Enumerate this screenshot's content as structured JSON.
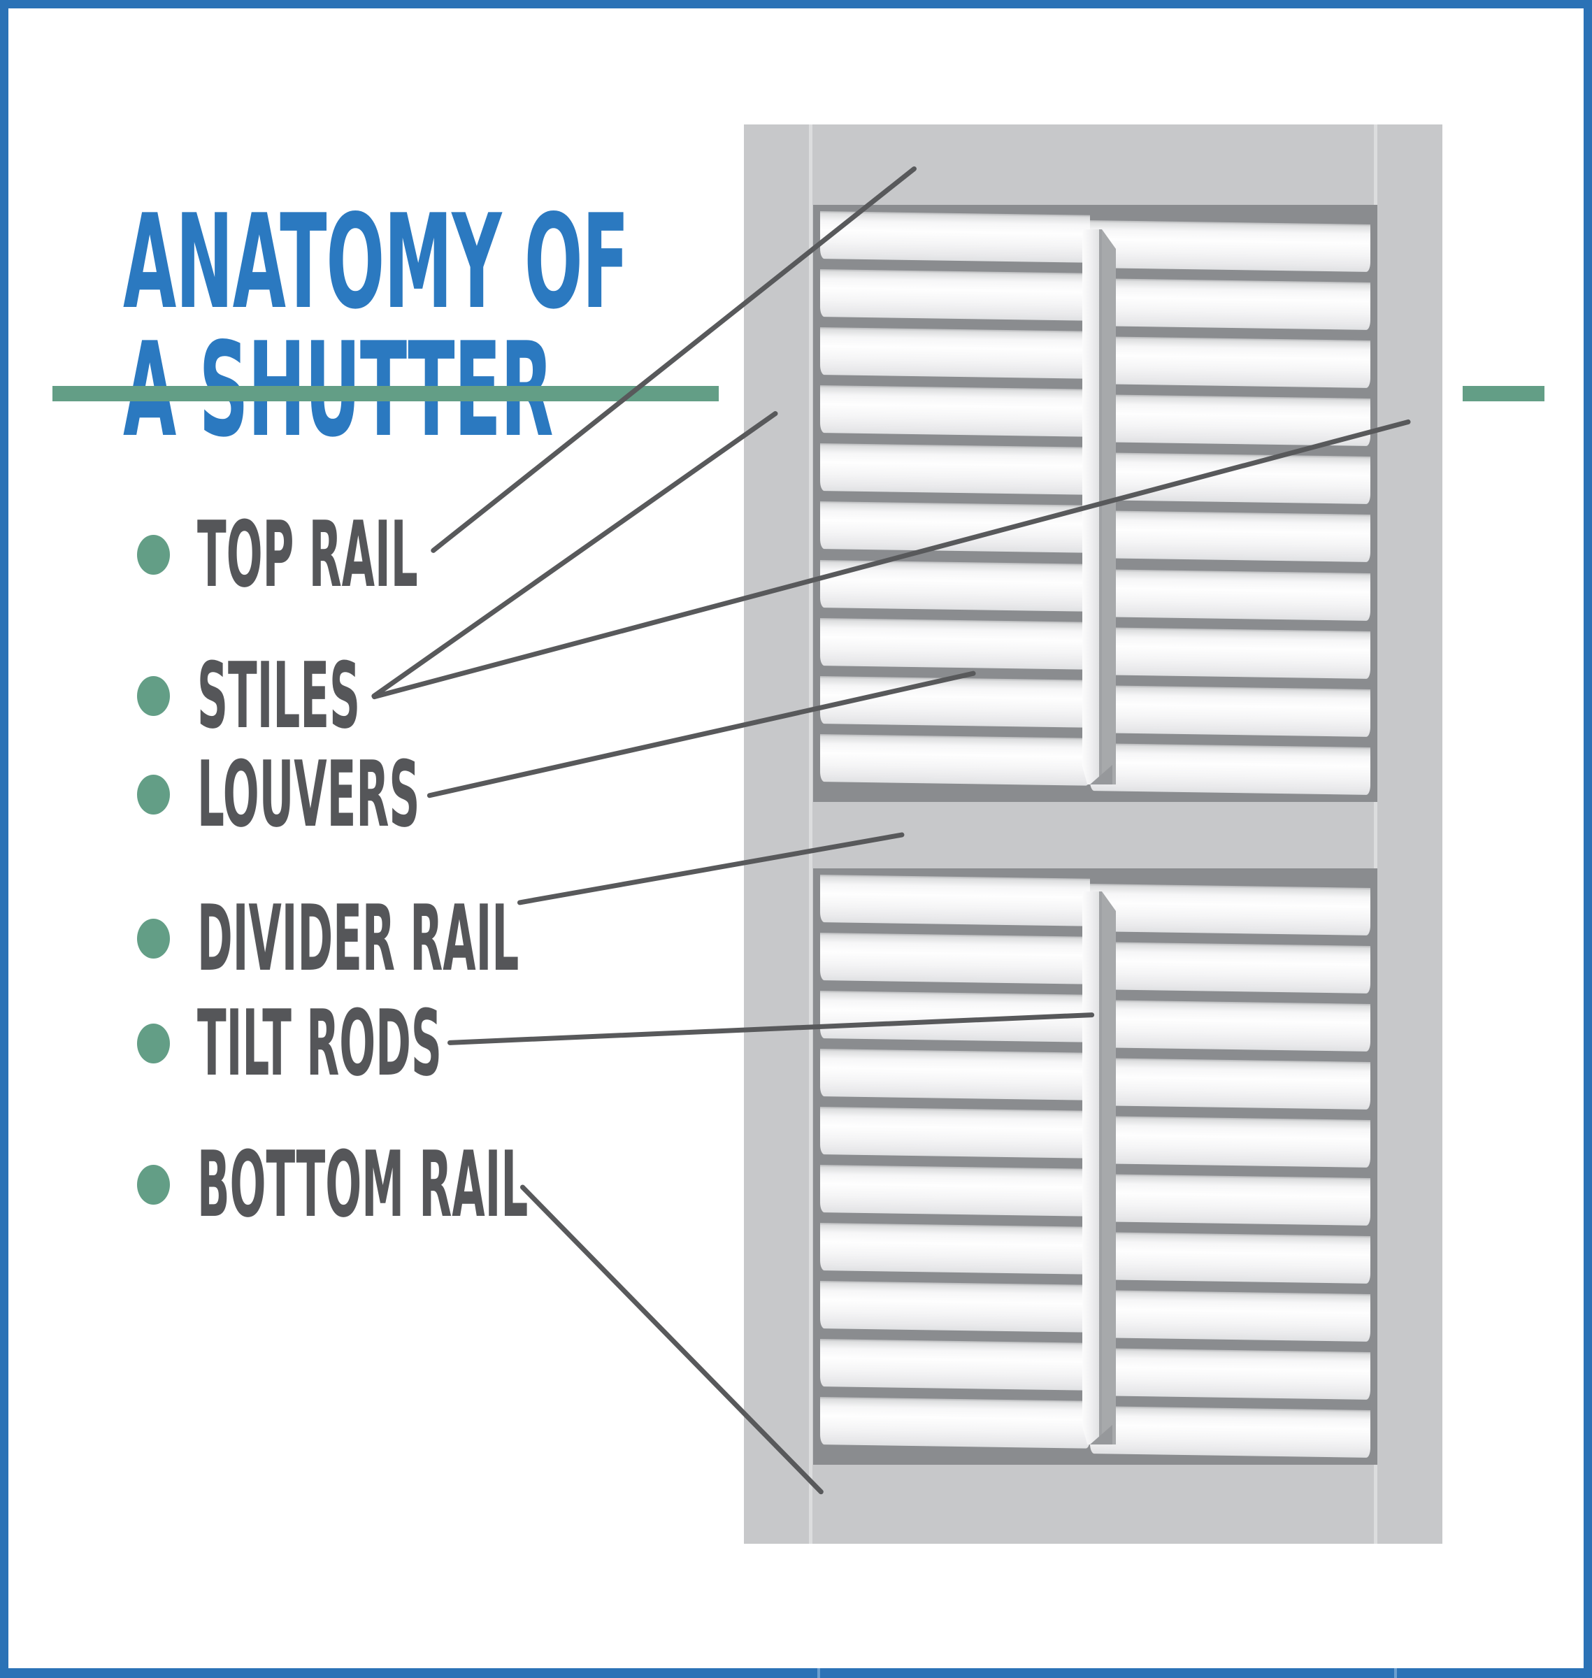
{
  "title": {
    "line1": "ANATOMY OF",
    "line2": "A SHUTTER"
  },
  "legend": {
    "items": [
      {
        "label": "TOP RAIL"
      },
      {
        "label": "STILES"
      },
      {
        "label": "LOUVERS"
      },
      {
        "label": "DIVIDER RAIL"
      },
      {
        "label": "TILT RODS"
      },
      {
        "label": "BOTTOM RAIL"
      }
    ]
  },
  "shutter": {
    "sections": 2,
    "louvers_per_section": 10,
    "tilt_rods": 2,
    "labeled_parts": [
      "top rail",
      "stiles",
      "louvers",
      "divider rail",
      "tilt rods",
      "bottom rail"
    ]
  },
  "colors": {
    "title_blue": "#2b79c0",
    "border_blue": "#2b72b6",
    "accent_green": "#639e86",
    "label_gray": "#555659",
    "connector_gray": "#58595b",
    "panel_gray": "#c7c8ca",
    "frame_gray": "#8a8c8f"
  }
}
